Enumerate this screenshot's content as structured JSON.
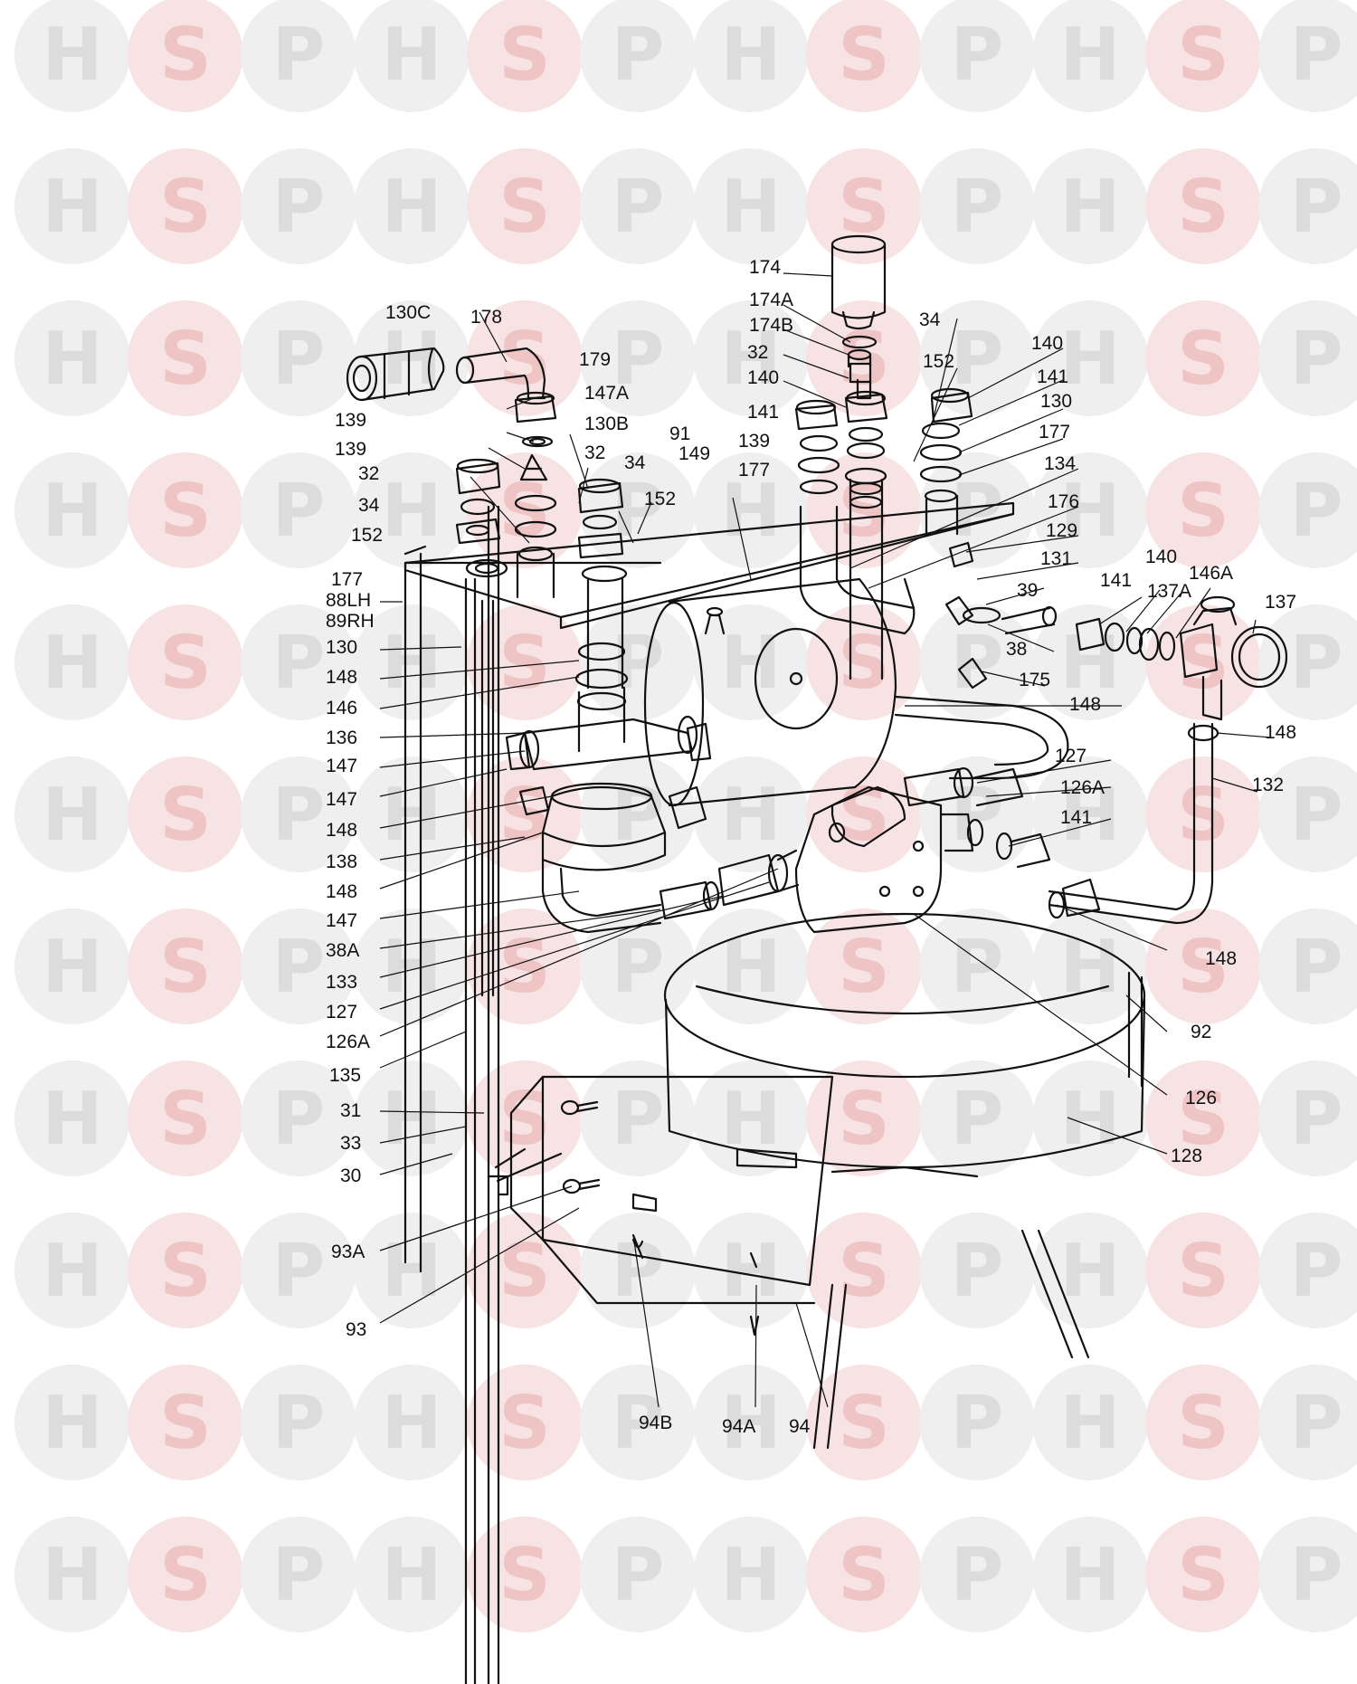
{
  "watermark": {
    "letters": [
      "H",
      "S",
      "P"
    ],
    "grey_circle": "#efefef",
    "pink_circle": "#f7e3e3",
    "grey_letter": "#dcdcdc",
    "pink_letter": "#efc4c4"
  },
  "colors": {
    "ink": "#111111",
    "fill": "#ffffff"
  },
  "labels": [
    "174",
    "174A",
    "174B",
    "130C",
    "178",
    "34",
    "140",
    "32",
    "179",
    "152",
    "141",
    "147A",
    "140",
    "139",
    "130B",
    "130",
    "141",
    "91",
    "139",
    "32",
    "177",
    "34",
    "149",
    "134",
    "177",
    "152",
    "176",
    "129",
    "131",
    "140",
    "146A",
    "137",
    "141",
    "137A",
    "39",
    "38",
    "175",
    "148",
    "148",
    "127",
    "132",
    "126A",
    "141",
    "148",
    "92",
    "126",
    "128",
    "88LH",
    "89RH",
    "130",
    "148",
    "146",
    "136",
    "147",
    "147",
    "148",
    "138",
    "148",
    "147",
    "38A",
    "133",
    "127",
    "126A",
    "135",
    "31",
    "33",
    "30",
    "93A",
    "93",
    "94B",
    "94A",
    "94",
    "139",
    "32",
    "34",
    "152",
    "177"
  ]
}
